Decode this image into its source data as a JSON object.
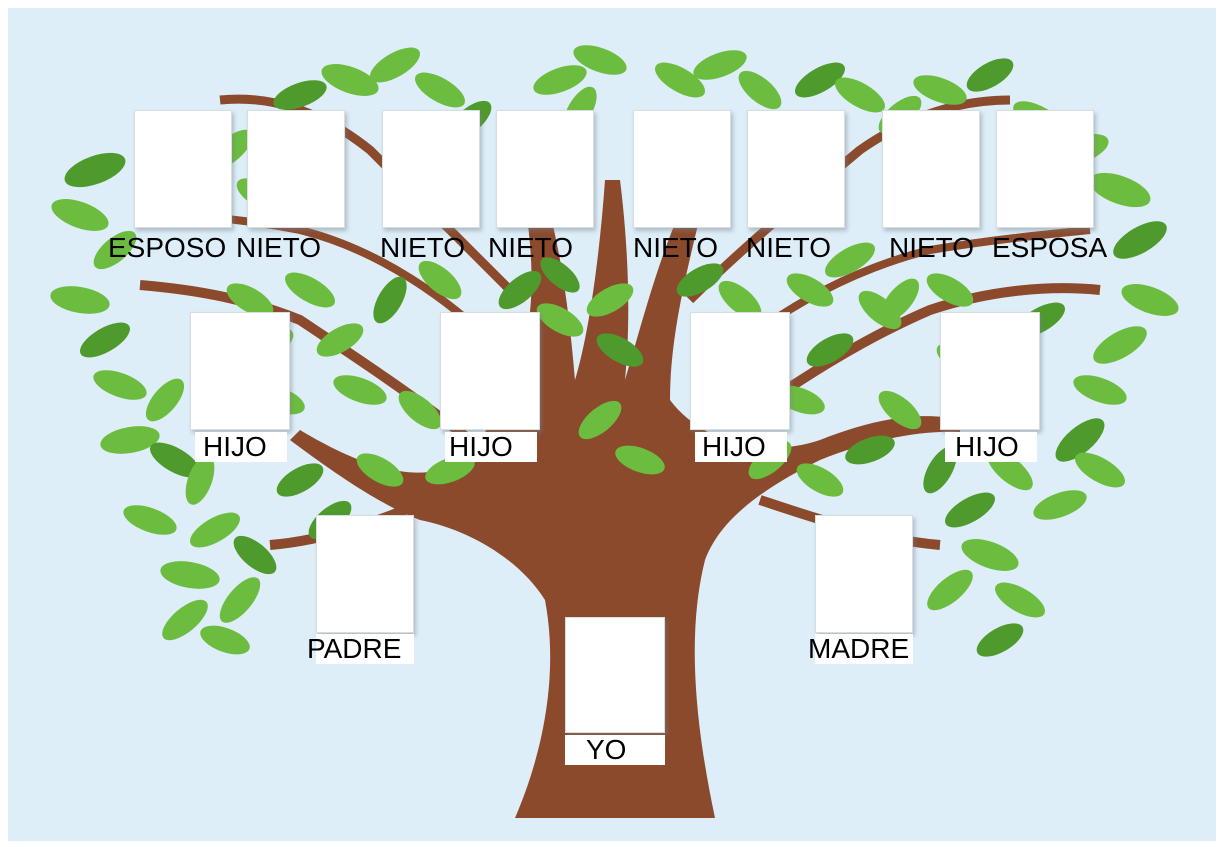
{
  "colors": {
    "background": "#ddeef9",
    "trunk": "#8b4a2c",
    "leaf": "#6cbd3f",
    "leaf_dark": "#4e9a2c",
    "frame": "#ffffff",
    "text": "#000000"
  },
  "tree": {
    "grandchildren_row": [
      "ESPOSO",
      "NIETO",
      "NIETO",
      "NIETO",
      "NIETO",
      "NIETO",
      "NIETO",
      "ESPOSA"
    ],
    "children_row": [
      "HIJO",
      "HIJO",
      "HIJO",
      "HIJO"
    ],
    "parents": {
      "father": "PADRE",
      "mother": "MADRE"
    },
    "self": "YO"
  }
}
